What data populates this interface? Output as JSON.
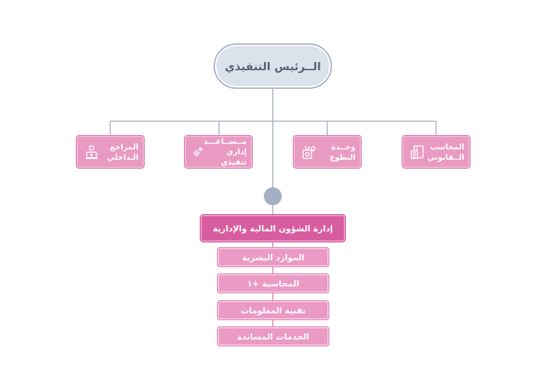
{
  "chart": {
    "ceo": "الــرئيس التنفيذي",
    "units": [
      {
        "line1": "المحاسب",
        "line2": "الــقانوني",
        "icon": "calculator-document-icon"
      },
      {
        "line1": "وحــدة",
        "line2": "التطوع",
        "icon": "volunteer-badge-icon"
      },
      {
        "line1": "مــســاعـــد",
        "line2": "إداري تنفيذي",
        "icon": "gears-icon"
      },
      {
        "line1": "المراجع",
        "line2": "الـداخلي",
        "icon": "auditor-laptop-icon"
      }
    ],
    "department": "إدارة الشؤون المالية والإدارية",
    "sections": [
      "الموارد البشرية",
      "المحاسبة +١",
      "تقنية المعلومات",
      "الخدمات المساندة"
    ]
  },
  "colors": {
    "line": "#a4afc4",
    "ceo_fill": "#dbe2ec",
    "unit_fill": "#e99ac3",
    "department_fill": "#d85da0",
    "section_fill": "#ea9ac4"
  }
}
